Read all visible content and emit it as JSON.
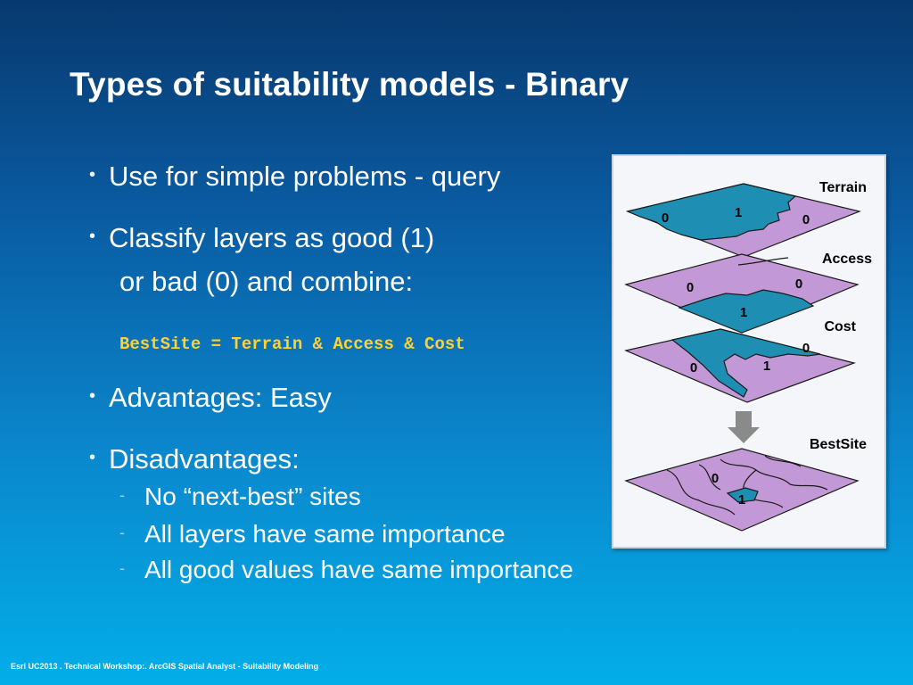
{
  "slide": {
    "title": "Types of suitability models - Binary",
    "bullet_symbol": "•",
    "sub_symbol": "-",
    "bullets": [
      {
        "text": "Use for simple problems - query"
      },
      {
        "text": "Classify layers as good (1)",
        "continuation": "or bad (0) and combine:"
      },
      {
        "text": "Advantages: Easy"
      },
      {
        "text": "Disadvantages:"
      }
    ],
    "code": "BestSite = Terrain & Access & Cost",
    "sub_bullets": [
      "No “next-best” sites",
      "All layers have same importance",
      "All good values have same importance"
    ],
    "footer": "Esri UC2013 . Technical Workshop:. ArcGIS Spatial Analyst - Suitability Modeling"
  },
  "figure": {
    "colors": {
      "good": "#1e8fb3",
      "bad": "#c398d6",
      "outline": "#1a1a1a",
      "arrow": "#8a8a8a"
    },
    "layers": [
      {
        "name": "Terrain",
        "values": [
          "0",
          "1",
          "0"
        ]
      },
      {
        "name": "Access",
        "values": [
          "0",
          "0",
          "1"
        ]
      },
      {
        "name": "Cost",
        "values": [
          "0",
          "0",
          "1"
        ]
      },
      {
        "name": "BestSite",
        "values": [
          "0",
          "1"
        ]
      }
    ]
  }
}
